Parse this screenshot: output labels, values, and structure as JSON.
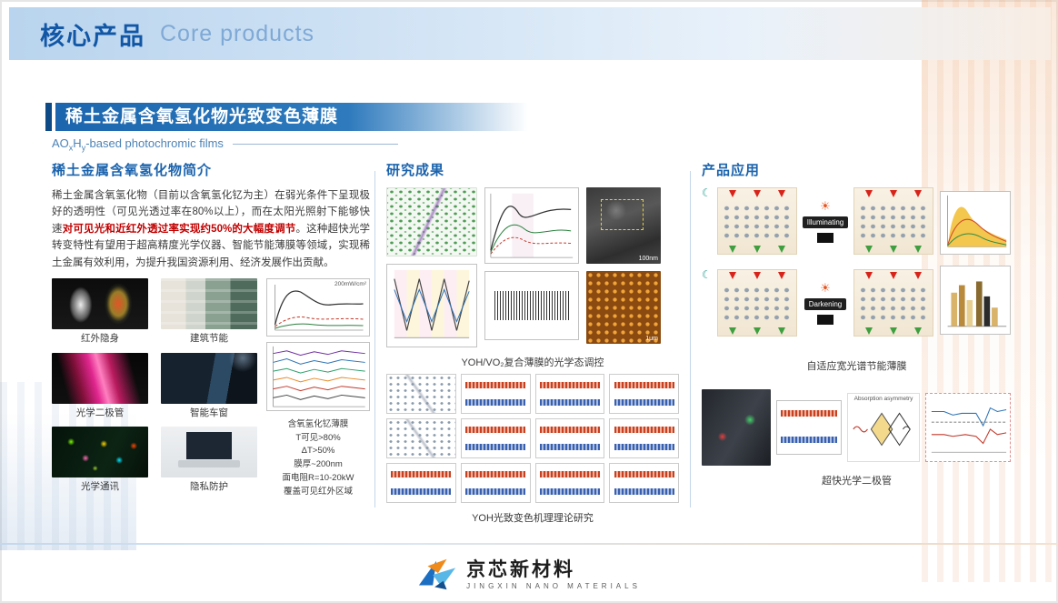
{
  "header": {
    "title_zh": "核心产品",
    "title_en": "Core products"
  },
  "section": {
    "title": "稀土金属含氧氢化物光致变色薄膜",
    "subtitle_prefix": "AO",
    "subtitle_sub1": "x",
    "subtitle_mid": "H",
    "subtitle_sub2": "y",
    "subtitle_suffix": "-based photochromic films"
  },
  "intro": {
    "heading": "稀土金属含氧氢化物简介",
    "para_1": "稀土金属含氧氢化物（目前以含氧氢化钇为主）在弱光条件下呈现极好的透明性（可见光透过率在80%以上），而在太阳光照射下能够快速",
    "para_red": "对可见光和近红外透过率实现约50%的大幅度调节",
    "para_2": "。这种超快光学转变特性有望用于超高精度光学仪器、智能节能薄膜等领域，实现稀土金属有效利用，为提升我国资源利用、经济发展作出贡献。",
    "captions": [
      "红外隐身",
      "建筑节能",
      "光学二极管",
      "智能车窗",
      "光学通讯",
      "隐私防护"
    ],
    "chart_note": "200mW/cm²",
    "specs": {
      "title": "含氧氢化钇薄膜",
      "lines": [
        "T可见>80%",
        "ΔT>50%",
        "膜厚~200nm",
        "面电阻R=10-20kW",
        "覆盖可见红外区域"
      ]
    }
  },
  "research": {
    "heading": "研究成果",
    "caption_top": "YOH/VO₂复合薄膜的光学态调控",
    "caption_bottom": "YOH光致变色机理理论研究",
    "sem_scale": "100nm",
    "afm_scale": "1μm"
  },
  "applications": {
    "heading": "产品应用",
    "label_illuminating": "Illuminating",
    "label_darkening": "Darkening",
    "caption_top": "自适应宽光谱节能薄膜",
    "caption_bottom": "超快光学二极管",
    "diode_note": "Absorption asymmetry"
  },
  "icons": {
    "sun": "☀",
    "moon": "☾"
  },
  "footer": {
    "logo_zh": "京芯新材料",
    "logo_en": "JINGXIN NANO MATERIALS"
  }
}
